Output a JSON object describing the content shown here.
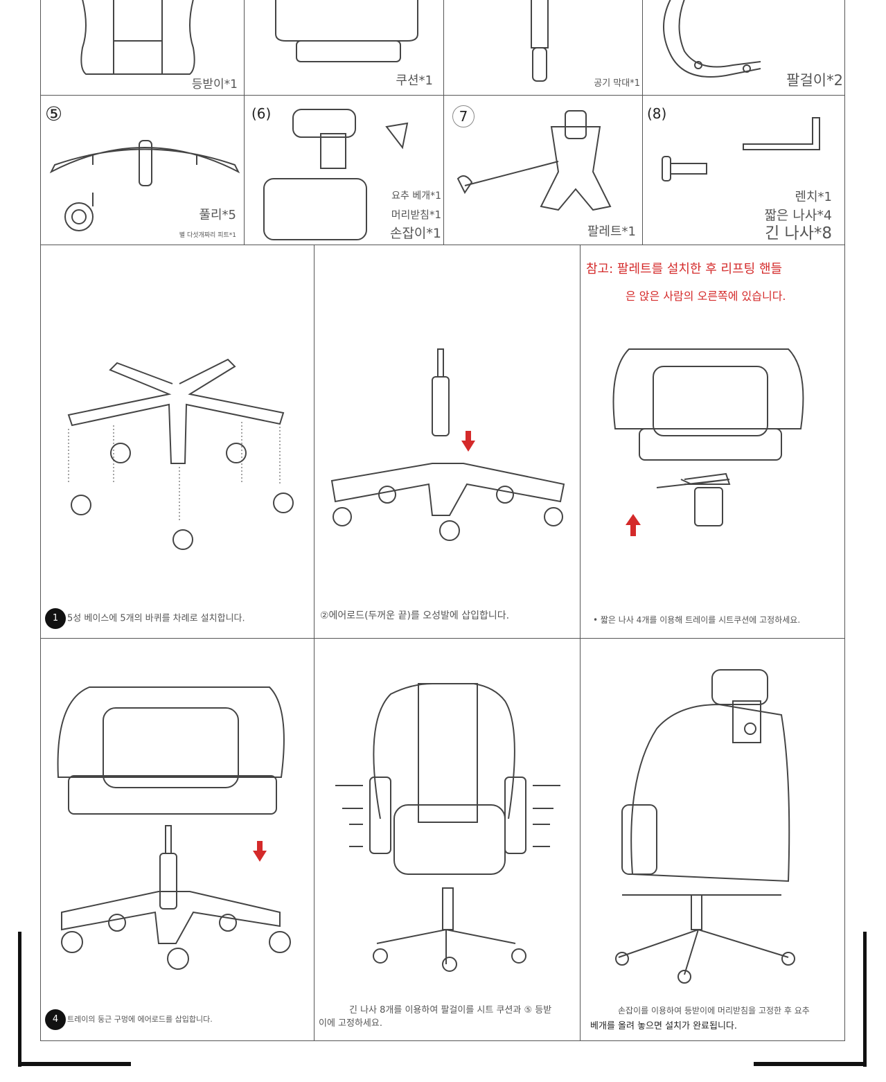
{
  "parts": [
    {
      "name": "등받이*1"
    },
    {
      "name": "쿠션*1"
    },
    {
      "name": "공기 막대*1"
    },
    {
      "name": "팔걸이*2"
    },
    {
      "number": "⑤",
      "name": "풀리*5",
      "sub": "별 다섯개짜리 피트*1"
    },
    {
      "number": "(6)",
      "lines": [
        "요추 베개*1",
        "머리받침*1",
        "손잡이*1"
      ]
    },
    {
      "number": "7",
      "name": "팔레트*1"
    },
    {
      "number": "(8)",
      "lines": [
        "렌치*1",
        "짧은 나사*4",
        "긴 나사*8"
      ]
    }
  ],
  "note": {
    "line1": "참고: 팔레트를 설치한 후 리프팅 핸들",
    "line2": "은 앉은 사람의 오른쪽에 있습니다."
  },
  "steps": [
    {
      "badge": "1",
      "text": "5성 베이스에 5개의 바퀴를 차례로 설치합니다."
    },
    {
      "badge": "",
      "text": "②에어로드(두꺼운 끝)를 오성발에 삽입합니다."
    },
    {
      "badge": "",
      "text": "• 짧은 나사 4개를 이용해 트레이를 시트쿠션에 고정하세요."
    },
    {
      "badge": "4",
      "text": "트레이의 둥근 구멍에 에어로드를 삽입합니다."
    },
    {
      "badge": "",
      "text": "긴 나사 8개를 이용하여 팔걸이를 시트 쿠션과 ⑤ 등받",
      "text2": "이에 고정하세요."
    },
    {
      "badge": "",
      "text": "손잡이를 이용하여 등받이에 머리받침을 고정한 후 요추",
      "text2": "베개를 올려 놓으면 설치가 완료됩니다."
    }
  ],
  "colors": {
    "note": "#d42a2a",
    "arrow": "#d42a2a"
  }
}
